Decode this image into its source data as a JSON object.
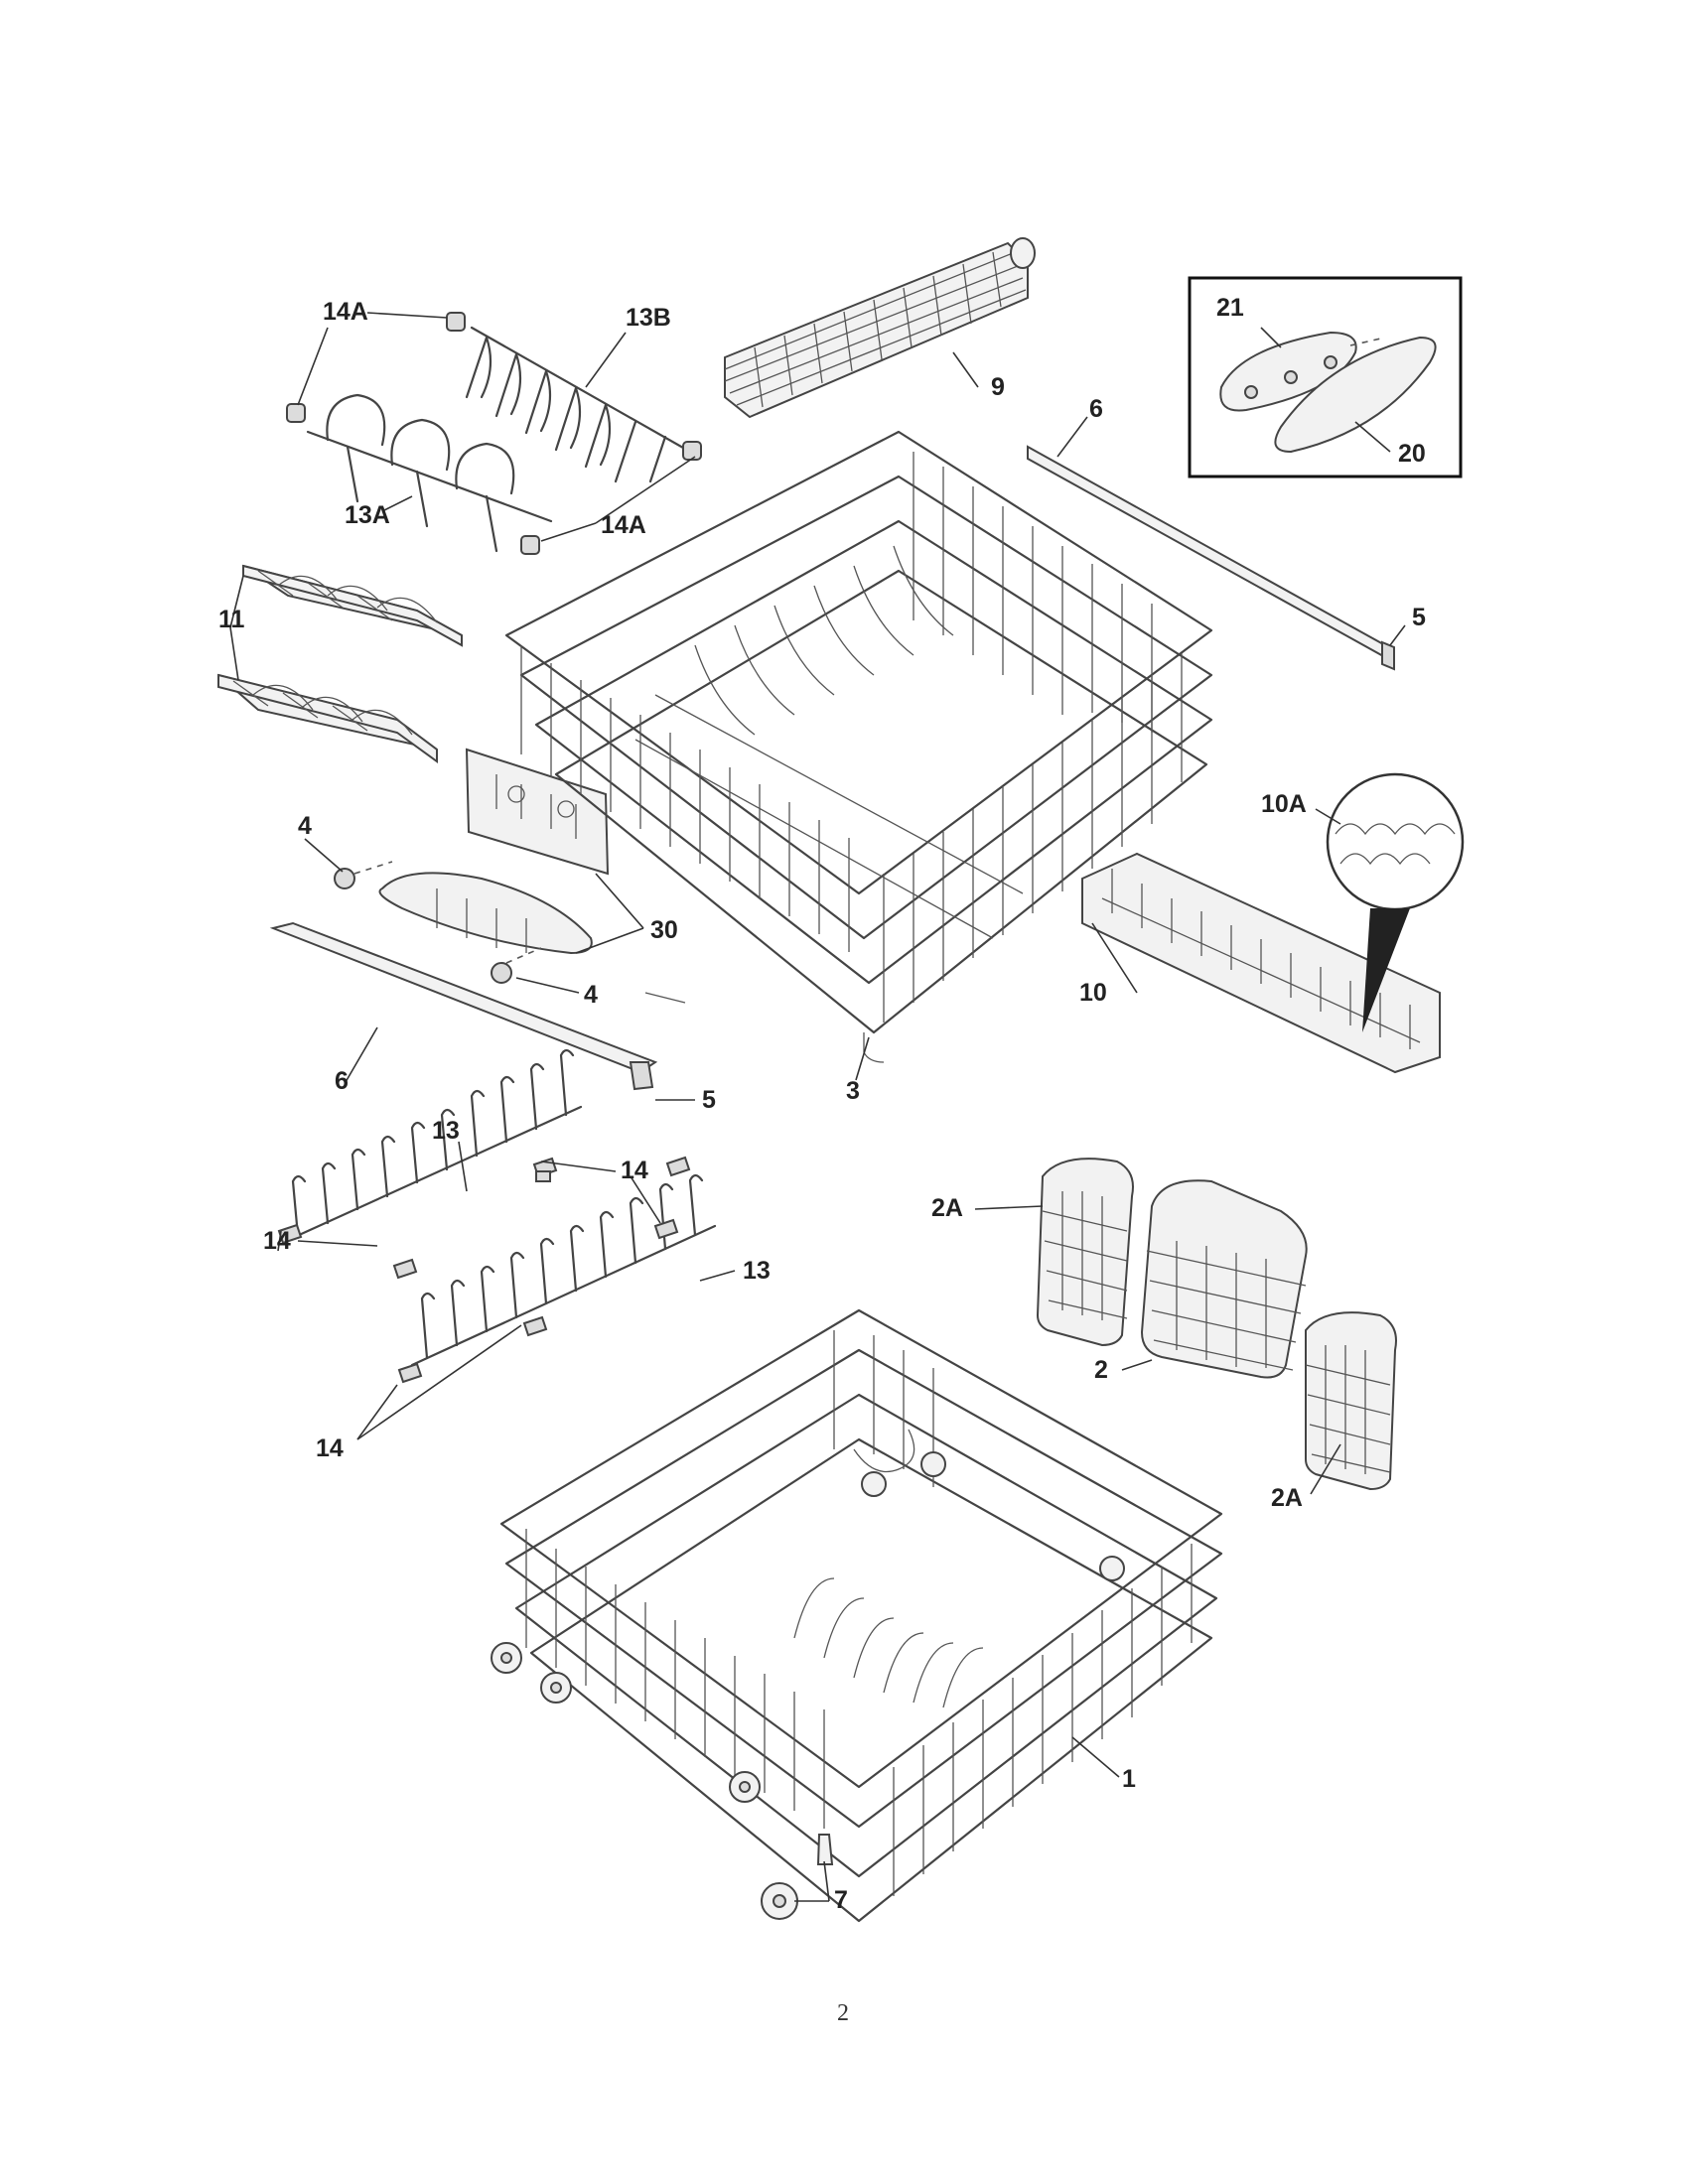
{
  "callouts": {
    "c14A_top": "14A",
    "c13B": "13B",
    "c13A": "13A",
    "c14A_mid": "14A",
    "c9": "9",
    "c6_top": "6",
    "c21": "21",
    "c20": "20",
    "c5_right": "5",
    "c11": "11",
    "c10A": "10A",
    "c4_top": "4",
    "c30": "30",
    "c4_bot": "4",
    "c10": "10",
    "c6_left": "6",
    "c3": "3",
    "c5_left": "5",
    "c13_top": "13",
    "c14_top": "14",
    "c14_left": "14",
    "c13_right": "13",
    "c2A_top": "2A",
    "c2": "2",
    "c14_bot": "14",
    "c2A_bot": "2A",
    "c1": "1",
    "c7": "7"
  },
  "page_number": "2"
}
